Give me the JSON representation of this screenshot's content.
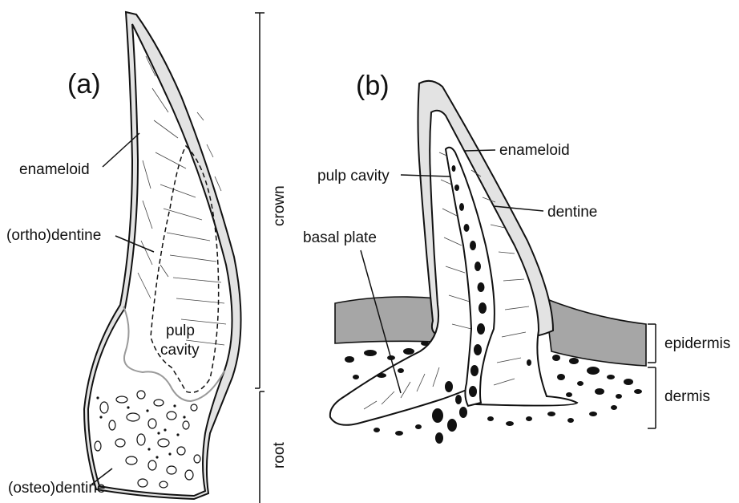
{
  "panels": {
    "a": {
      "label": "(a)",
      "labels": {
        "enameloid": "enameloid",
        "orthodentine": "(ortho)dentine",
        "pulp_line1": "pulp",
        "pulp_line2": "cavity",
        "osteodentine": "(osteo)dentine"
      },
      "brackets": {
        "crown": "crown",
        "root": "root"
      }
    },
    "b": {
      "label": "(b)",
      "labels": {
        "enameloid": "enameloid",
        "pulp_cavity": "pulp cavity",
        "dentine": "dentine",
        "basal_plate": "basal plate"
      },
      "brackets": {
        "epidermis": "epidermis",
        "dermis": "dermis"
      }
    }
  },
  "colors": {
    "enameloid_fill": "#e3e3e3",
    "epidermis_fill": "#a6a6a6",
    "ink": "#111111"
  }
}
